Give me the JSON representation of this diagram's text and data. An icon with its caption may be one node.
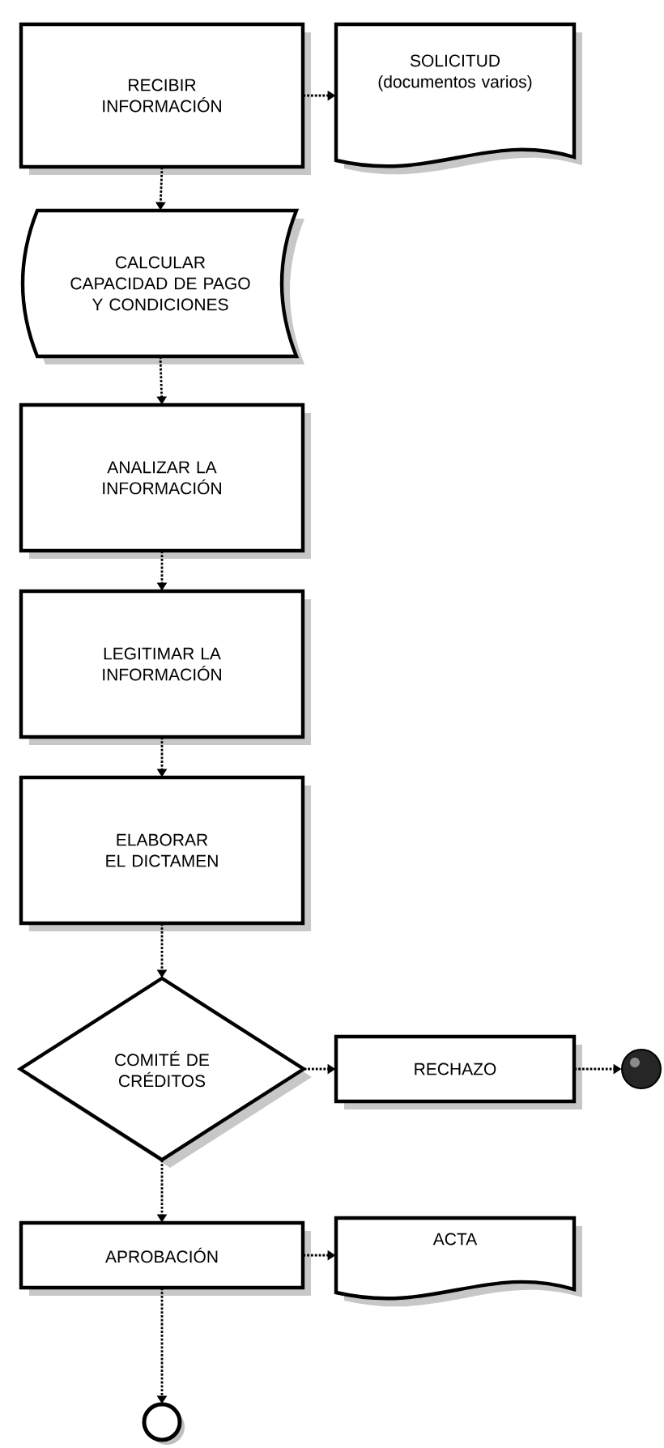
{
  "diagram": {
    "nodes": [
      {
        "text": [
          "RECIBIR INFORMACIÓN"
        ]
      },
      {
        "text": [
          "SOLICITUD",
          "(documentos varios)"
        ]
      },
      {
        "text": [
          "CALCULAR CAPACIDAD DE PAGO Y CONDICIONES"
        ]
      },
      {
        "text": [
          "ANALIZAR LA INFORMACIÓN"
        ]
      },
      {
        "text": [
          "LEGITIMAR LA INFORMACIÓN"
        ]
      },
      {
        "text": [
          "ELABORAR EL DICTAMEN"
        ]
      },
      {
        "text": [
          "COMITÉ DE CRÉDITOS"
        ]
      },
      {
        "text": [
          "RECHAZO"
        ]
      },
      {
        "text": [],
        "shape": "circle"
      },
      {
        "text": [
          "APROBACIÓN"
        ]
      },
      {
        "text": [
          "ACTA"
        ]
      },
      {
        "text": [],
        "shape": "circle"
      }
    ],
    "edges": [
      {
        "from": 0,
        "to": 1,
        "arrow": "to"
      },
      {
        "from": 0,
        "to": 2,
        "arrow": "to"
      },
      {
        "from": 2,
        "to": 3,
        "arrow": "to"
      },
      {
        "from": 3,
        "to": 4,
        "arrow": "to"
      },
      {
        "from": 4,
        "to": 5,
        "arrow": "to"
      },
      {
        "from": 5,
        "to": 6,
        "arrow": "to"
      },
      {
        "from": 6,
        "to": 7,
        "arrow": "to"
      },
      {
        "from": 7,
        "to": 8,
        "arrow": "to"
      },
      {
        "from": 6,
        "to": 9,
        "arrow": "to"
      },
      {
        "from": 9,
        "to": 10,
        "arrow": "to"
      },
      {
        "from": 9,
        "to": 11,
        "arrow": "to"
      }
    ]
  }
}
